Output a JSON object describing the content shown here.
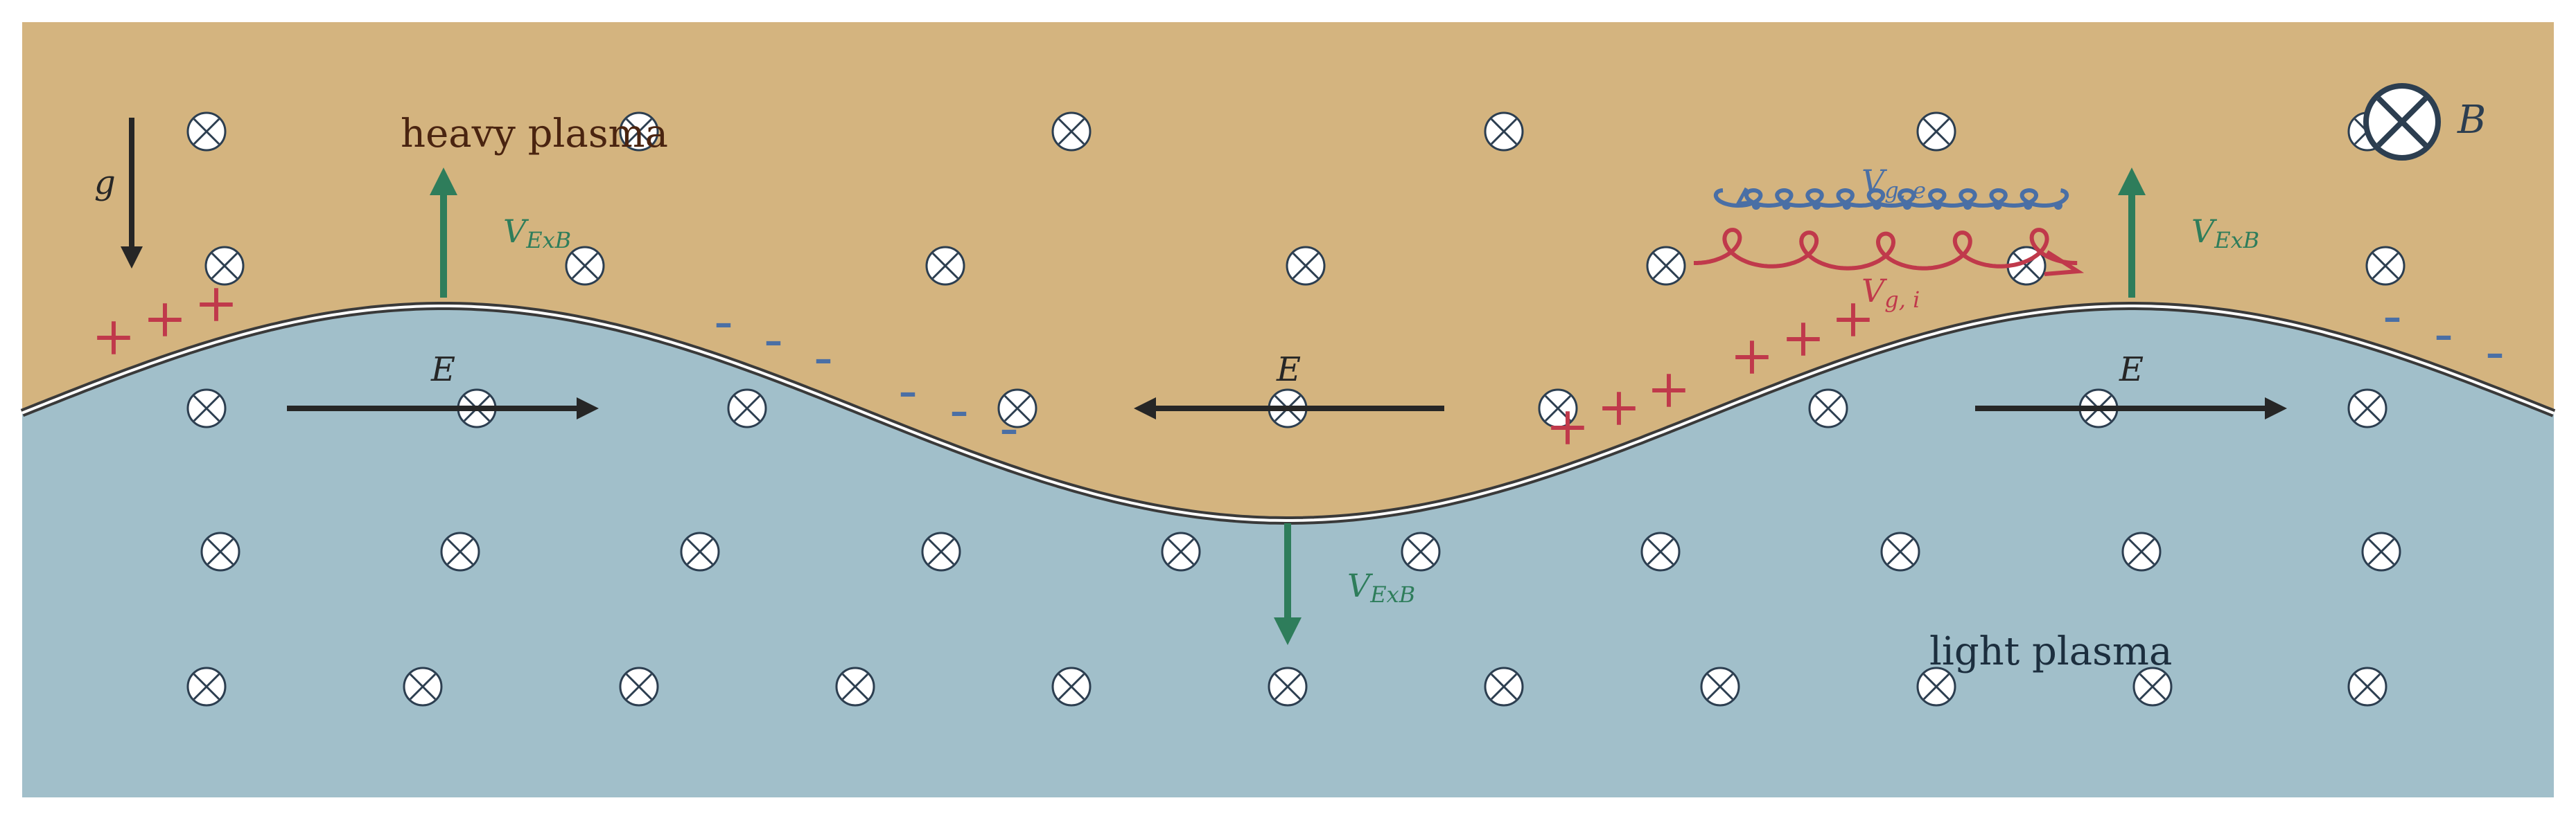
{
  "labels": {
    "heavy": "heavy plasma",
    "light": "light plasma",
    "g": "g",
    "B": "B",
    "E": "E",
    "V": "V",
    "exb_sub": "ExB",
    "vge_sub": "g, e",
    "vgi_sub": "g, i",
    "plus": "+",
    "minus": "–"
  },
  "colors": {
    "heavy_plasma": "#d4b47f",
    "light_plasma": "#a1bfca",
    "velocity_exb": "#2e7d5b",
    "electric_field": "#262626",
    "positive_charge": "#c0394b",
    "negative_charge": "#4a6fa5",
    "electron_drift": "#4a6fa5",
    "ion_drift": "#c0394b",
    "field_symbol": "#2c3e50",
    "heavy_text": "#4a2410",
    "light_text": "#1c2e3e"
  },
  "icons": {
    "field_into_page": "circle-cross-icon"
  }
}
